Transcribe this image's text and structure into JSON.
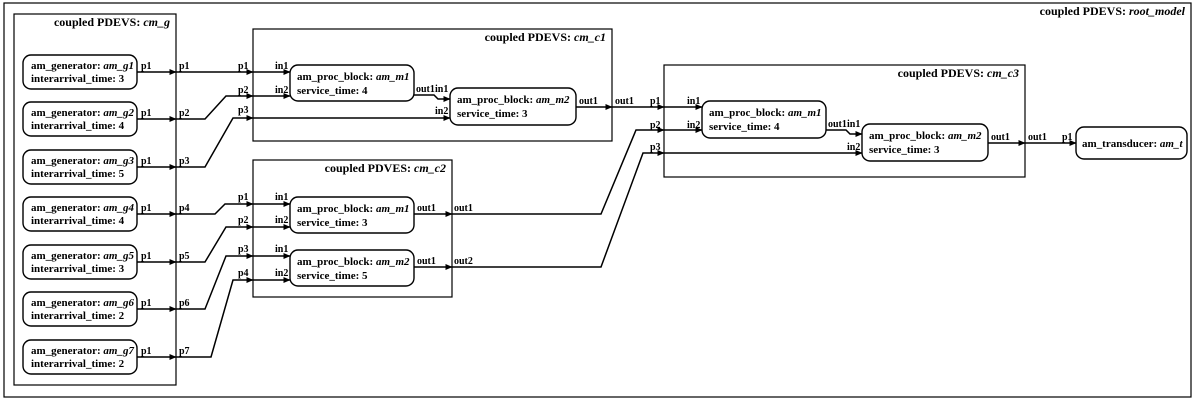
{
  "root_model": {
    "label_prefix": "coupled PDEVS: ",
    "label_name": "root_model"
  },
  "cm_g": {
    "label_prefix": "coupled PDEVS: ",
    "label_name": "cm_g",
    "generators": [
      {
        "type": "am_generator: ",
        "name": "am_g1",
        "param": "interarrival_time: 3",
        "out_port": "p1",
        "cm_port": "p1"
      },
      {
        "type": "am_generator: ",
        "name": "am_g2",
        "param": "interarrival_time: 4",
        "out_port": "p1",
        "cm_port": "p2"
      },
      {
        "type": "am_generator: ",
        "name": "am_g3",
        "param": "interarrival_time: 5",
        "out_port": "p1",
        "cm_port": "p3"
      },
      {
        "type": "am_generator: ",
        "name": "am_g4",
        "param": "interarrival_time: 4",
        "out_port": "p1",
        "cm_port": "p4"
      },
      {
        "type": "am_generator: ",
        "name": "am_g5",
        "param": "interarrival_time: 3",
        "out_port": "p1",
        "cm_port": "p5"
      },
      {
        "type": "am_generator: ",
        "name": "am_g6",
        "param": "interarrival_time: 2",
        "out_port": "p1",
        "cm_port": "p6"
      },
      {
        "type": "am_generator: ",
        "name": "am_g7",
        "param": "interarrival_time: 2",
        "out_port": "p1",
        "cm_port": "p7"
      }
    ]
  },
  "cm_c1": {
    "label_prefix": "coupled PDEVS: ",
    "label_name": "cm_c1",
    "in_ports": [
      "p1",
      "p2",
      "p3"
    ],
    "out_port": "out1",
    "m1": {
      "type": "am_proc_block: ",
      "name": "am_m1",
      "param": "service_time: 4",
      "in1": "in1",
      "in2": "in2",
      "out": "out1"
    },
    "m2": {
      "type": "am_proc_block: ",
      "name": "am_m2",
      "param": "service_time: 3",
      "in1": "in1",
      "in2": "in2",
      "out": "out1"
    }
  },
  "cm_c2": {
    "label_prefix": "coupled PDVES: ",
    "label_name": "cm_c2",
    "in_ports": [
      "p1",
      "p2",
      "p3",
      "p4"
    ],
    "out_ports": [
      "out1",
      "out2"
    ],
    "m1": {
      "type": "am_proc_block: ",
      "name": "am_m1",
      "param": "service_time: 3",
      "in1": "in1",
      "in2": "in2",
      "out": "out1"
    },
    "m2": {
      "type": "am_proc_block: ",
      "name": "am_m2",
      "param": "service_time: 5",
      "in1": "in1",
      "in2": "in2",
      "out": "out1"
    }
  },
  "cm_c3": {
    "label_prefix": "coupled PDEVS: ",
    "label_name": "cm_c3",
    "in_ports": [
      "p1",
      "p2",
      "p3"
    ],
    "out_port": "out1",
    "m1": {
      "type": "am_proc_block: ",
      "name": "am_m1",
      "param": "service_time: 4",
      "in1": "in1",
      "in2": "in2",
      "out": "out1"
    },
    "m2": {
      "type": "am_proc_block: ",
      "name": "am_m2",
      "param": "service_time: 3",
      "in1": "in1",
      "in2": "in2",
      "out": "out1"
    }
  },
  "transducer": {
    "type": "am_transducer: ",
    "name": "am_t",
    "in_port": "p1"
  }
}
